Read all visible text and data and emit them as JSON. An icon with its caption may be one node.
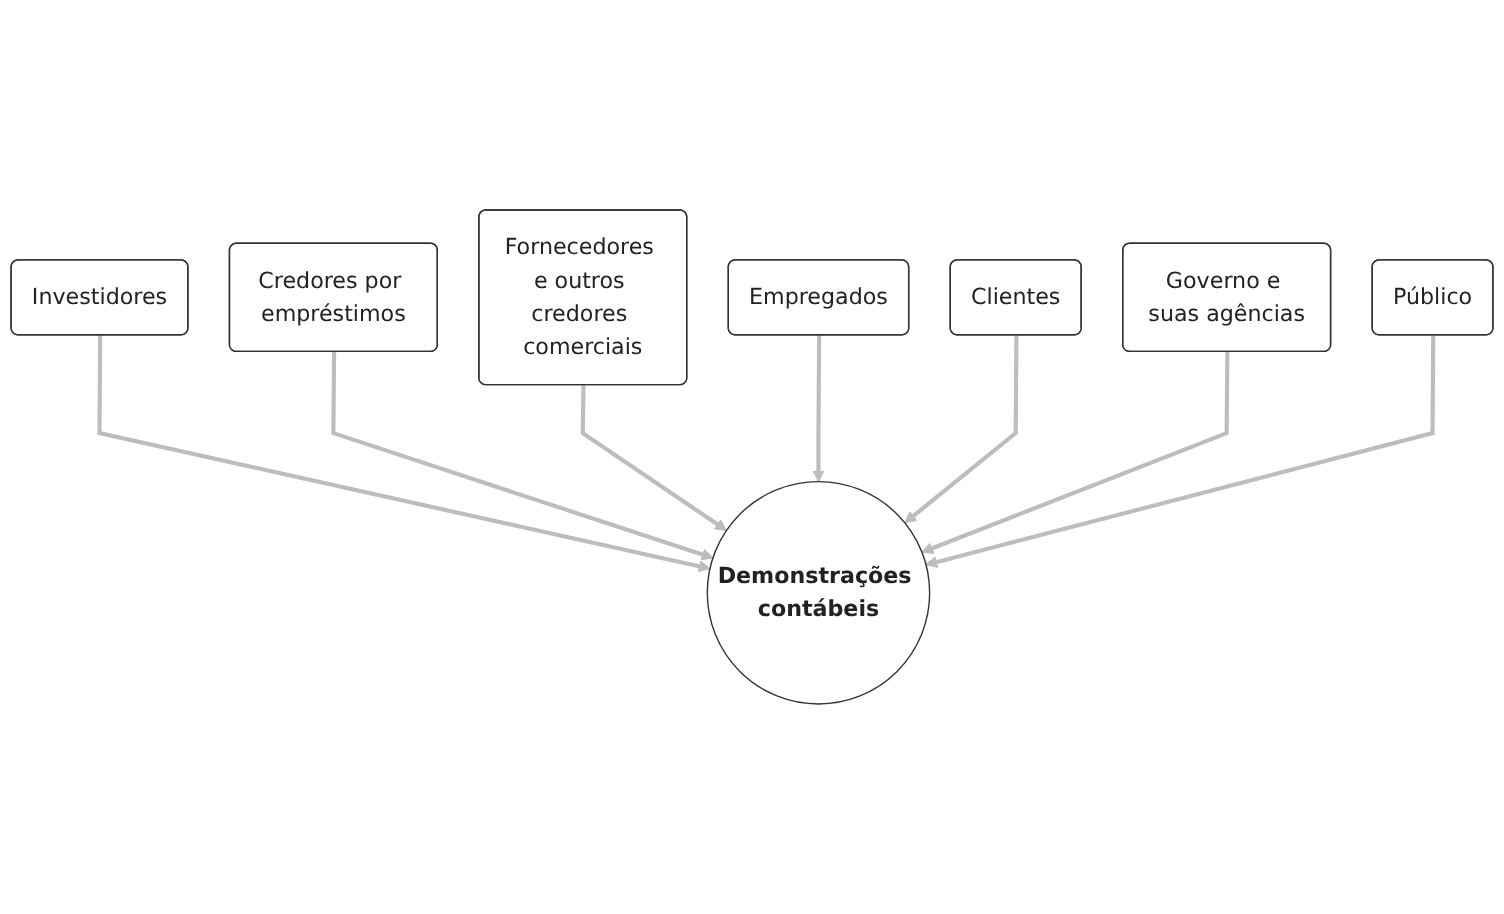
{
  "diagram": {
    "nodes": [
      {
        "text": [
          "Investidores"
        ]
      },
      {
        "text": [
          "Credores por empréstimos"
        ]
      },
      {
        "text": [
          "Fornecedores e outros credores comerciais"
        ]
      },
      {
        "text": [
          "Empregados"
        ]
      },
      {
        "text": [
          "Clientes"
        ]
      },
      {
        "text": [
          "Governo e suas agências"
        ]
      },
      {
        "text": [
          "Público"
        ]
      },
      {
        "text": [
          "Demonstrações contábeis"
        ]
      }
    ],
    "edges": [
      {
        "from": 0,
        "to": 7,
        "arrow": "to"
      },
      {
        "from": 1,
        "to": 7,
        "arrow": "to"
      },
      {
        "from": 2,
        "to": 7,
        "arrow": "to"
      },
      {
        "from": 3,
        "to": 7,
        "arrow": "to"
      },
      {
        "from": 4,
        "to": 7,
        "arrow": "to"
      },
      {
        "from": 5,
        "to": 7,
        "arrow": "to"
      },
      {
        "from": 6,
        "to": 7,
        "arrow": "to"
      }
    ]
  }
}
